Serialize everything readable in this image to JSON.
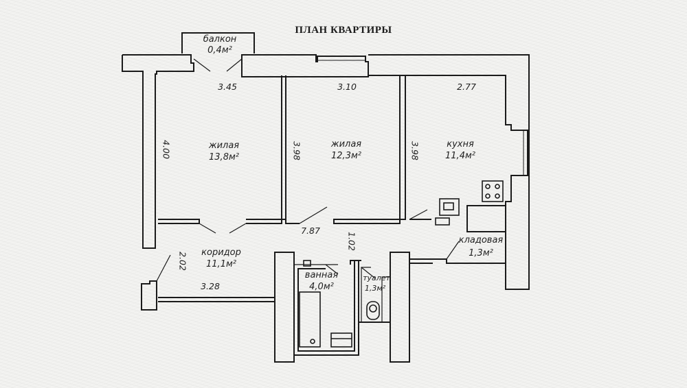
{
  "title": "ПЛАН КВАРТИРЫ",
  "rooms": {
    "balcony": {
      "name": "балкон",
      "area": "0,4м²"
    },
    "living1": {
      "name": "жилая",
      "area": "13,8м²"
    },
    "living2": {
      "name": "жилая",
      "area": "12,3м²"
    },
    "kitchen": {
      "name": "кухня",
      "area": "11,4м²"
    },
    "corridor": {
      "name": "коридор",
      "area": "11,1м²"
    },
    "storage": {
      "name": "кладовая",
      "area": "1,3м²"
    },
    "bathroom": {
      "name": "ванная",
      "area": "4,0м²"
    },
    "toilet": {
      "name": "туалет",
      "area": "1,3м²"
    }
  },
  "dimensions": {
    "d345": "3.45",
    "d310": "3.10",
    "d277": "2.77",
    "d400": "4.00",
    "d398a": "3.98",
    "d398b": "3.98",
    "d787": "7.87",
    "d102": "1.02",
    "d202": "2.02",
    "d328": "3.28"
  }
}
